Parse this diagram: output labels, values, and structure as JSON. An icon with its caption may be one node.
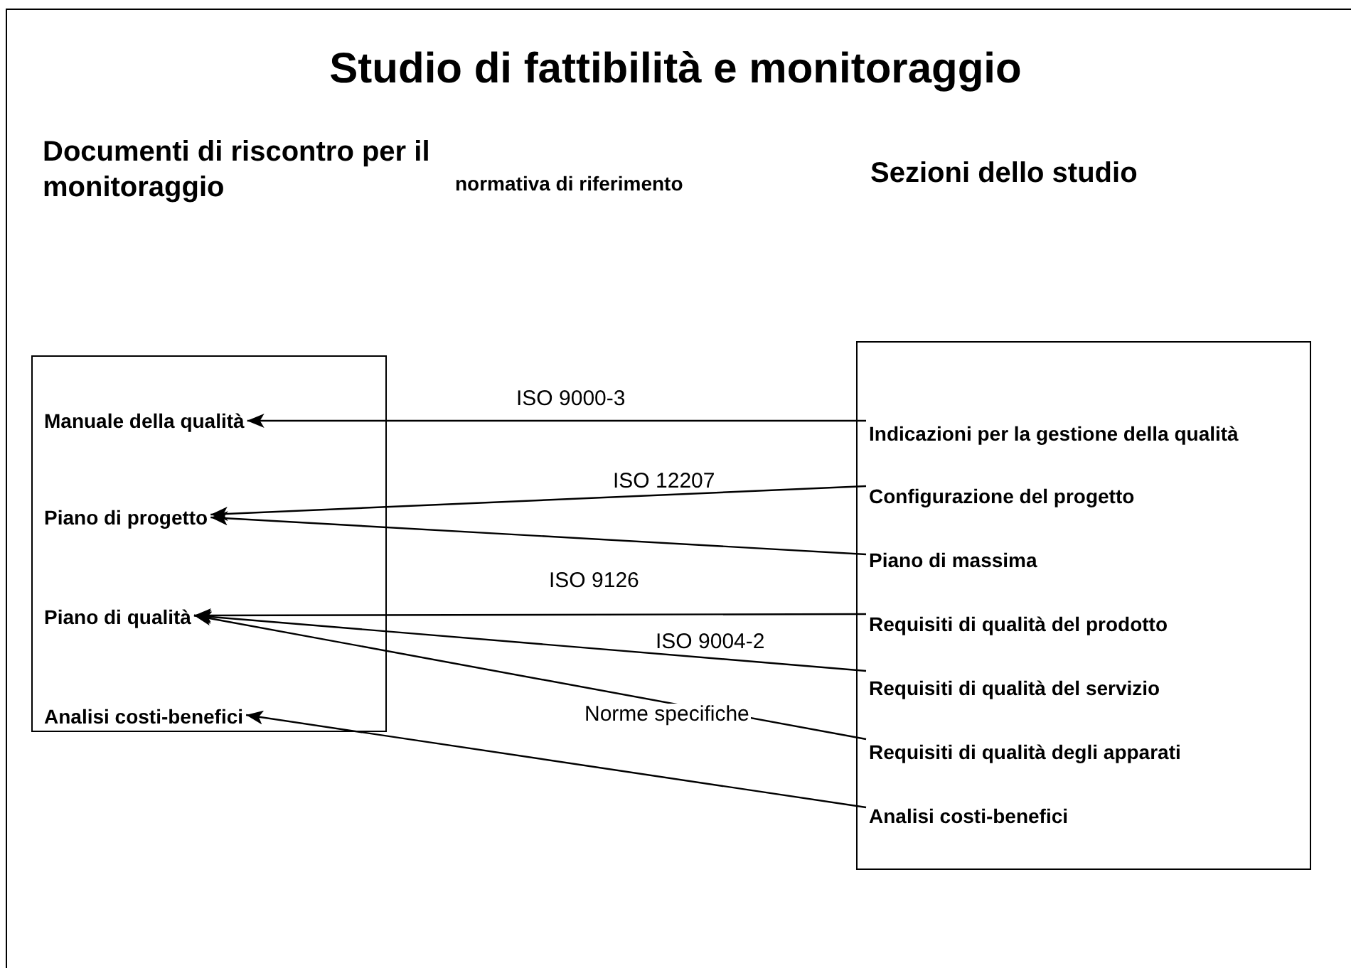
{
  "diagram": {
    "title": "Studio di fattibilità e monitoraggio",
    "nodes": [
      {
        "text": [],
        "shape": "box"
      },
      {
        "text": [
          "Manuale della qualità"
        ],
        "in": 0
      },
      {
        "text": [
          "Piano di progetto"
        ],
        "in": 0
      },
      {
        "text": [
          "Piano di qualità"
        ],
        "in": 0
      },
      {
        "text": [
          "Analisi costi-benefici"
        ],
        "in": 0
      },
      {
        "text": [],
        "shape": "box"
      },
      {
        "text": [
          "Indicazioni per la gestione della qualità"
        ],
        "in": 5
      },
      {
        "text": [
          "Configurazione del progetto"
        ],
        "in": 5
      },
      {
        "text": [
          "Piano di massima"
        ],
        "in": 5
      },
      {
        "text": [
          "Requisiti di qualità del prodotto"
        ],
        "in": 5
      },
      {
        "text": [
          "Requisiti di qualità del servizio"
        ],
        "in": 5
      },
      {
        "text": [
          "Requisiti di qualità degli apparati"
        ],
        "in": 5
      },
      {
        "text": [
          "Analisi costi-benefici"
        ],
        "in": 5
      }
    ],
    "edges": [
      {
        "from": 6,
        "to": 1,
        "arrow": "to",
        "label": "ISO 9000-3"
      },
      {
        "from": 7,
        "to": 2,
        "arrow": "to",
        "label": "ISO 12207"
      },
      {
        "from": 8,
        "to": 2,
        "arrow": "to"
      },
      {
        "from": 9,
        "to": 3,
        "arrow": "to",
        "label": "ISO 9126"
      },
      {
        "from": 10,
        "to": 3,
        "arrow": "to",
        "label": "ISO 9004-2"
      },
      {
        "from": 11,
        "to": 3,
        "arrow": "to",
        "label": "Norme specifiche"
      },
      {
        "from": 12,
        "to": 4,
        "arrow": "to"
      }
    ],
    "labels": [
      "Documenti di riscontro per il monitoraggio",
      "normativa di riferimento",
      "Sezioni dello studio"
    ]
  }
}
